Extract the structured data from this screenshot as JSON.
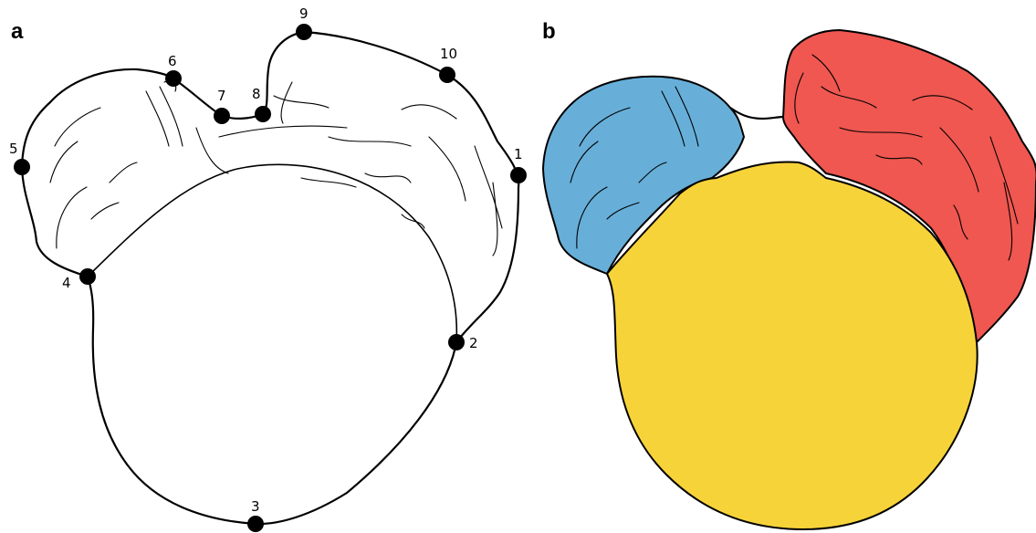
{
  "panels": {
    "a": {
      "label": "a"
    },
    "b": {
      "label": "b"
    }
  },
  "landmarks": [
    "1",
    "2",
    "3",
    "4",
    "5",
    "6",
    "7",
    "8",
    "9",
    "10"
  ],
  "colors": {
    "left_region": "#67afd9",
    "right_region": "#ef5750",
    "lower_region": "#f7d33a",
    "outline": "#000000"
  }
}
